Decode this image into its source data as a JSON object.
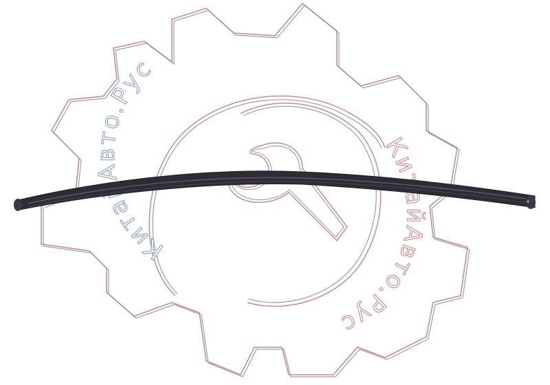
{
  "watermark": {
    "text_top": "КитайАвто.Рус",
    "text_right": "КитайАвто.Рус",
    "logo": "gear-wrench-logo",
    "outline_colors": {
      "blue": "#8f9fba",
      "red": "#c98a8f"
    }
  },
  "product": {
    "subject": "wiper-blade-rubber-strip",
    "color": "#2e2c36",
    "highlight": "#6b6a78"
  }
}
